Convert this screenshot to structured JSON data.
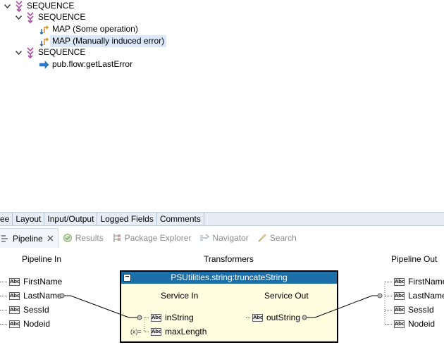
{
  "tree": {
    "nodes": [
      {
        "label": "SEQUENCE",
        "icon": "sequence-icon",
        "expanded": true
      },
      {
        "label": "SEQUENCE",
        "icon": "sequence-icon",
        "expanded": true
      },
      {
        "label": "MAP (Some operation)",
        "icon": "map-icon"
      },
      {
        "label": "MAP (Manually induced error)",
        "icon": "map-icon",
        "selected": true
      },
      {
        "label": "SEQUENCE",
        "icon": "sequence-icon",
        "expanded": true
      },
      {
        "label": "pub.flow:getLastError",
        "icon": "invoke-arrow-icon"
      }
    ]
  },
  "tabs": [
    {
      "label": "ee"
    },
    {
      "label": "Layout"
    },
    {
      "label": "Input/Output"
    },
    {
      "label": "Logged Fields"
    },
    {
      "label": "Comments"
    }
  ],
  "views": [
    {
      "label": "Pipeline",
      "icon": "pipeline-icon",
      "active": true
    },
    {
      "label": "Results",
      "icon": "results-icon"
    },
    {
      "label": "Package Explorer",
      "icon": "package-explorer-icon"
    },
    {
      "label": "Navigator",
      "icon": "navigator-icon"
    },
    {
      "label": "Search",
      "icon": "search-icon"
    }
  ],
  "pipeline": {
    "in_header": "Pipeline In",
    "transformers_header": "Transformers",
    "out_header": "Pipeline Out",
    "in_fields": [
      "FirstName",
      "LastName",
      "SessId",
      "Nodeid"
    ],
    "out_fields": [
      "FirstName",
      "LastName",
      "SessId",
      "Nodeid"
    ],
    "field_type_badge": "Abc"
  },
  "transformer": {
    "title": "PSUtilities.string:truncateString",
    "service_in_label": "Service In",
    "service_out_label": "Service Out",
    "inputs": [
      "inString",
      "maxLength"
    ],
    "outputs": [
      "outString"
    ],
    "set_value_marker": "(x)="
  },
  "colors": {
    "selection": "#dbe8f7",
    "tabbar": "#e6edf6",
    "transformer_title": "#1d6fa8",
    "transformer_body": "#fffde0",
    "sequence_icon": "#b04aa8",
    "invoke_icon": "#2e7bd0"
  }
}
